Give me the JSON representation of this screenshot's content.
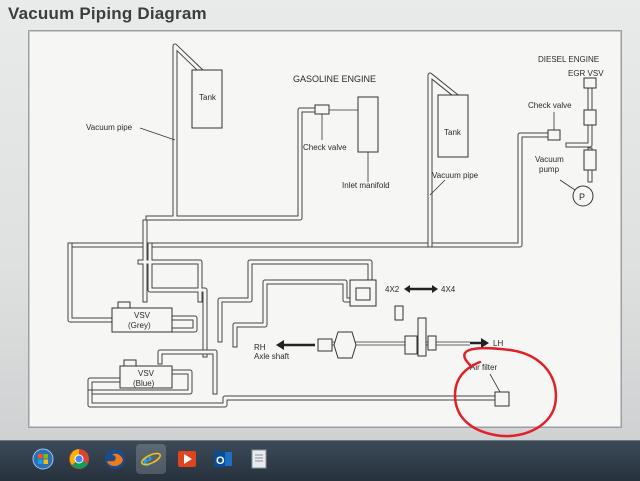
{
  "page_title": "Vacuum Piping Diagram",
  "labels": {
    "tank_left": "Tank",
    "tank_right": "Tank",
    "vacuum_pipe_left": "Vacuum pipe",
    "vacuum_pipe_right": "Vacuum pipe",
    "gasoline_engine": "GASOLINE ENGINE",
    "check_valve_gas": "Check valve",
    "inlet_manifold": "Inlet manifold",
    "diesel_engine": "DIESEL ENGINE",
    "egr_vsv": "EGR VSV",
    "check_valve_diesel": "Check valve",
    "vacuum_pump_1": "Vacuum",
    "vacuum_pump_2": "pump",
    "pump_symbol": "P",
    "vsv_grey_1": "VSV",
    "vsv_grey_2": "(Grey)",
    "vsv_blue_1": "VSV",
    "vsv_blue_2": "(Blue)",
    "mode_4x2": "4X2",
    "mode_4x4": "4X4",
    "rh_1": "RH",
    "rh_2": "Axle shaft",
    "lh": "LH",
    "air_filter": "Air filter"
  },
  "colors": {
    "annotation_circle": "#e0202a",
    "line": "#333333"
  },
  "taskbar": {
    "icons": [
      "windows-start-icon",
      "chrome-icon",
      "firefox-icon",
      "internet-explorer-icon",
      "media-player-icon",
      "outlook-icon",
      "document-icon"
    ]
  }
}
